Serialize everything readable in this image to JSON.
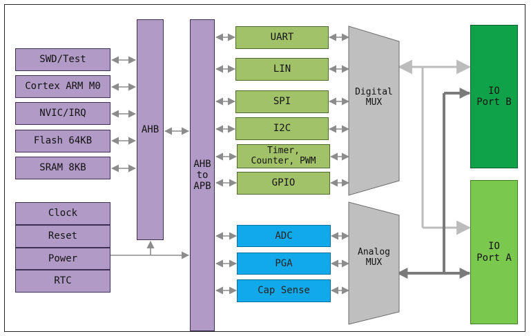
{
  "cpu_blocks": [
    "SWD/Test",
    "Cortex ARM M0",
    "NVIC/IRQ",
    "Flash 64KB",
    "SRAM 8KB"
  ],
  "system_blocks": [
    "Clock",
    "Reset",
    "Power",
    "RTC"
  ],
  "bus": {
    "ahb": "AHB",
    "ahb_to_apb": "AHB\nto\nAPB"
  },
  "digital_peripherals": [
    "UART",
    "LIN",
    "SPI",
    "I2C",
    "Timer,\nCounter, PWM",
    "GPIO"
  ],
  "analog_peripherals": [
    "ADC",
    "PGA",
    "Cap Sense"
  ],
  "mux": {
    "digital": "Digital\nMUX",
    "analog": "Analog\nMUX"
  },
  "ports": {
    "b": "IO\nPort B",
    "a": "IO\nPort A"
  },
  "colors": {
    "purple": "#b29ac6",
    "olive_green": "#a2c26a",
    "blue": "#12a9ea",
    "dark_green": "#0fa248",
    "light_green": "#7ac84d",
    "mux_gray": "#bfbfbf",
    "arrow_gray": "#8c8c8c"
  }
}
